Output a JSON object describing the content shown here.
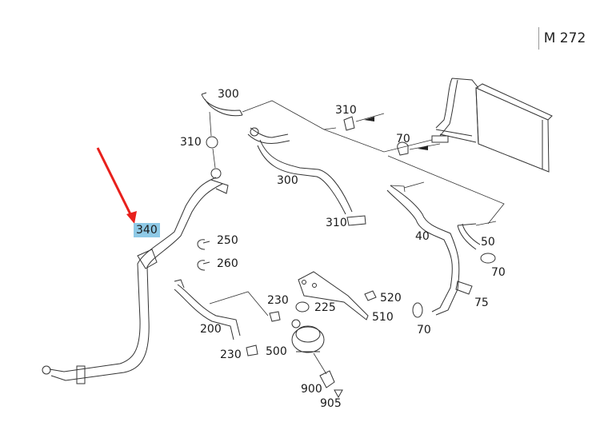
{
  "diagram": {
    "model_label": "M 272",
    "highlighted_part": "340",
    "highlight_color": "#8ec9e6",
    "arrow_color": "#e8201c",
    "labels": {
      "p300_top": "300",
      "p310_left": "310",
      "p310_top": "310",
      "p300_mid": "300",
      "p310_mid": "310",
      "p70_top": "70",
      "p340": "340",
      "p250": "250",
      "p260": "260",
      "p40": "40",
      "p50": "50",
      "p70_right": "70",
      "p75": "75",
      "p230_top": "230",
      "p225": "225",
      "p520": "520",
      "p510": "510",
      "p200": "200",
      "p70_bottom": "70",
      "p230_bottom": "230",
      "p500": "500",
      "p900": "900",
      "p905": "905"
    }
  }
}
